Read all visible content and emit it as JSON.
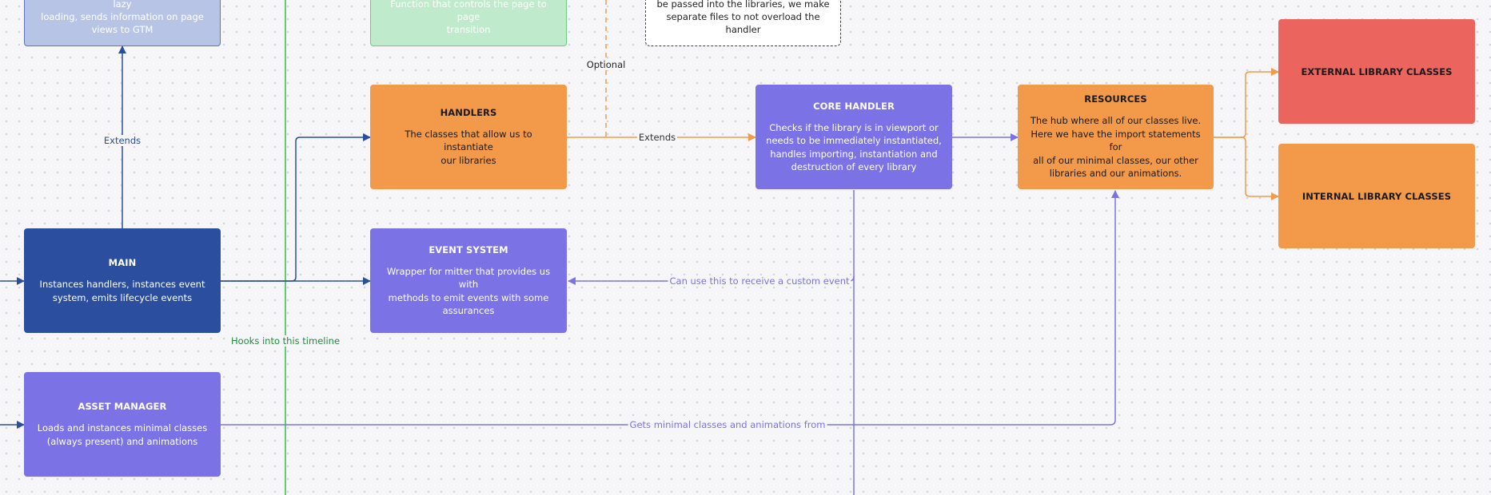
{
  "colors": {
    "dark_blue": "#2c4e9e",
    "purple": "#7b72e6",
    "orange": "#f29a4a",
    "red": "#ec645e",
    "timeline_green": "#2fc04b",
    "edge_purple": "#7b72e6",
    "edge_orange": "#f29a4a",
    "edge_blue": "#2c4e9e"
  },
  "nodes": {
    "lifecycle": {
      "desc_lines": [
        "its lifecycle hooks, instances image lazy",
        "loading, sends information on page",
        "views to GTM"
      ]
    },
    "transition": {
      "desc_lines": [
        "Function that controls the page to page",
        "transition"
      ]
    },
    "note": {
      "desc_lines": [
        "be passed into the libraries, we make",
        "separate files to not overload the",
        "handler"
      ]
    },
    "main": {
      "title": "MAIN",
      "desc_lines": [
        "Instances handlers, instances event",
        "system, emits lifecycle events"
      ]
    },
    "handlers": {
      "title": "HANDLERS",
      "desc_lines": [
        "The classes that allow us to instantiate",
        "our libraries"
      ]
    },
    "core_handler": {
      "title": "CORE HANDLER",
      "desc_lines": [
        "Checks if the library is in viewport or",
        "needs to be immediately instantiated,",
        "handles importing, instantiation and",
        "destruction of every library"
      ]
    },
    "resources": {
      "title": "RESOURCES",
      "desc_lines": [
        "The hub where all of our classes live.",
        "Here we have the import statements for",
        "all of our minimal classes, our other",
        "libraries and our animations."
      ]
    },
    "external": {
      "title": "EXTERNAL LIBRARY CLASSES"
    },
    "internal": {
      "title": "INTERNAL LIBRARY CLASSES"
    },
    "event_system": {
      "title": "EVENT SYSTEM",
      "desc_lines": [
        "Wrapper for mitter that provides us with",
        "methods to emit events with some",
        "assurances"
      ]
    },
    "asset_manager": {
      "title": "ASSET MANAGER",
      "desc_lines": [
        "Loads and instances minimal classes",
        "(always present) and animations"
      ]
    }
  },
  "edges": {
    "extends_up": "Extends",
    "optional": "Optional",
    "extends_right": "Extends",
    "custom_event": "Can use this to receive a custom event",
    "minimal_classes": "Gets minimal classes and animations from",
    "timeline": "Hooks into this timeline"
  }
}
